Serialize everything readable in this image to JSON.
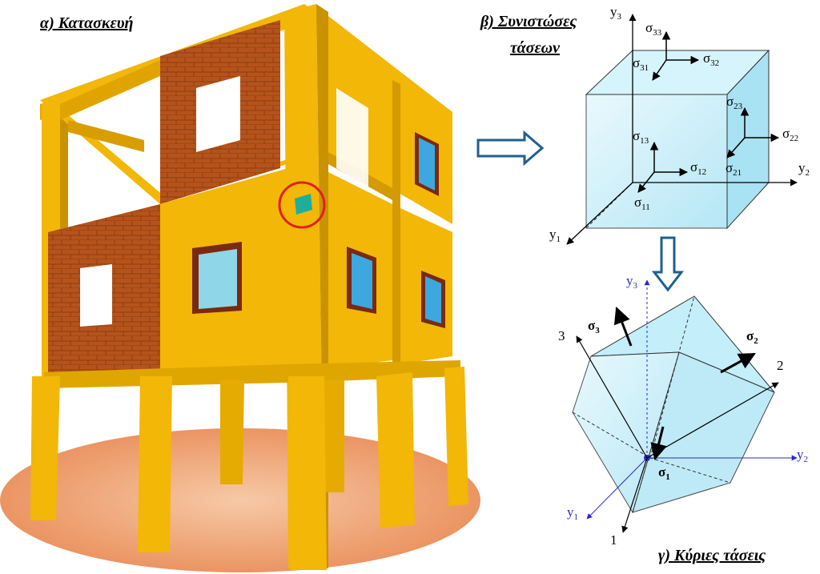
{
  "captions": {
    "construction": "α) Κατασκευή",
    "stress_components_line1": "β) Συνιστώσες",
    "stress_components_line2": "τάσεων",
    "principal_stresses": "γ) Κύριες τάσεις"
  },
  "cube_b": {
    "axis_y1": "y",
    "axis_y1_sub": "1",
    "axis_y2": "y",
    "axis_y2_sub": "2",
    "axis_y3": "y",
    "axis_y3_sub": "3",
    "s11": "σ",
    "s11_sub": "11",
    "s12": "σ",
    "s12_sub": "12",
    "s13": "σ",
    "s13_sub": "13",
    "s21": "σ",
    "s21_sub": "21",
    "s22": "σ",
    "s22_sub": "22",
    "s23": "σ",
    "s23_sub": "23",
    "s31": "σ",
    "s31_sub": "31",
    "s32": "σ",
    "s32_sub": "32",
    "s33": "σ",
    "s33_sub": "33"
  },
  "cube_c": {
    "axis_y1": "y",
    "axis_y1_sub": "1",
    "axis_y2": "y",
    "axis_y2_sub": "2",
    "axis_y3": "y",
    "axis_y3_sub": "3",
    "dir1": "1",
    "dir2": "2",
    "dir3": "3",
    "sigma1": "σ",
    "sigma1_sub": "1",
    "sigma2": "σ",
    "sigma2_sub": "2",
    "sigma3": "σ",
    "sigma3_sub": "3"
  },
  "colors": {
    "frame": "#f2b707",
    "frame_dark": "#d49a00",
    "brick": "#b5531b",
    "ground": "#f0a070",
    "cube_face": "#c9effa",
    "highlight_circle": "#e02020",
    "arrow_blue": "#1f5f8f"
  }
}
